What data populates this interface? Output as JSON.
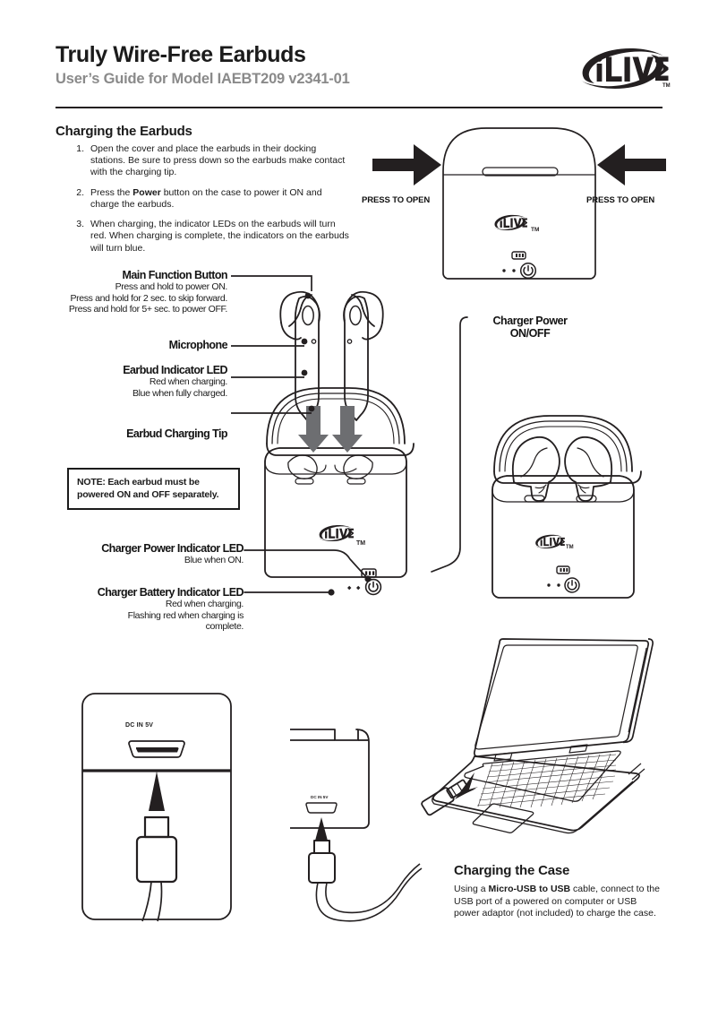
{
  "document": {
    "title": "Truly Wire-Free Earbuds",
    "subtitle": "User’s Guide for Model IAEBT209 v2341-01",
    "brand_logo": "ilive-logo"
  },
  "sections": {
    "charging_earbuds": {
      "heading": "Charging the Earbuds",
      "steps": [
        {
          "num": "1.",
          "text_before": "Open the cover and place the earbuds in their docking stations. Be sure to press down so the earbuds make contact with the charging tip.",
          "bold": "",
          "text_after": ""
        },
        {
          "num": "2.",
          "text_before": "Press the ",
          "bold": "Power",
          "text_after": " button on the case to power it ON and charge the earbuds."
        },
        {
          "num": "3.",
          "text_before": "When charging, the indicator LEDs on the earbuds will turn red. When charging is complete, the indicators on the earbuds will turn blue.",
          "bold": "",
          "text_after": ""
        }
      ]
    },
    "charging_case": {
      "heading": "Charging the Case",
      "text_before": "Using a ",
      "bold": "Micro-USB to USB",
      "text_after": " cable, connect to the USB port of a powered on computer or USB power adaptor (not included) to charge the case."
    }
  },
  "note": {
    "line1": "NOTE: Each earbud must be",
    "line2": "powered ON and OFF separately."
  },
  "press_to_open": {
    "left": "PRESS TO OPEN",
    "right": "PRESS TO OPEN"
  },
  "callouts": {
    "main_function_button": {
      "title": "Main Function Button",
      "sub1": "Press and hold to power ON.",
      "sub2": "Press and hold for 2 sec. to skip forward.",
      "sub3": "Press and hold for 5+ sec. to power OFF."
    },
    "microphone": {
      "title": "Microphone"
    },
    "earbud_indicator_led": {
      "title": "Earbud Indicator LED",
      "sub1": "Red when charging.",
      "sub2": "Blue when fully charged."
    },
    "earbud_charging_tip": {
      "title": "Earbud Charging Tip"
    },
    "charger_power_indicator_led": {
      "title": "Charger Power Indicator LED",
      "sub1": "Blue when ON."
    },
    "charger_battery_indicator_led": {
      "title": "Charger Battery Indicator LED",
      "sub1": "Red when charging.",
      "sub2": "Flashing red when charging is",
      "sub3": "complete."
    },
    "charger_power_onoff": {
      "line1": "Charger Power",
      "line2": "ON/OFF"
    }
  },
  "ports": {
    "dc_in": "DC IN 5V",
    "case_micro_usb": "DC IN 5V"
  },
  "colors": {
    "ink": "#1b1b1b",
    "subtitle_gray": "#8a8a8a",
    "arrow_gray": "#6d6e71",
    "rule": "#231f20"
  }
}
